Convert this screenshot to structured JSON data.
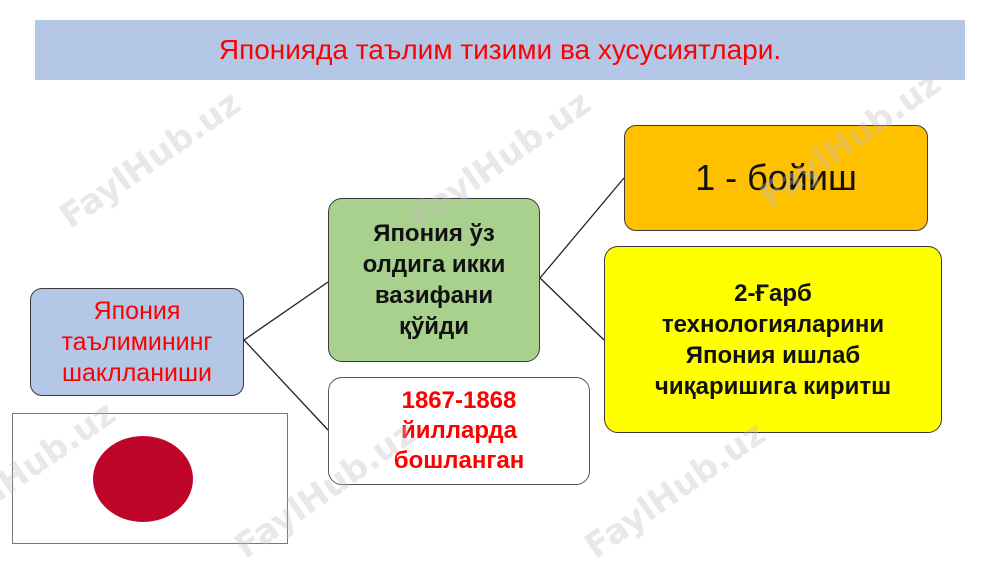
{
  "title": "Японияда таълим тизими ва хусусиятлари.",
  "nodes": {
    "root": [
      "Япония",
      "таълимининг",
      "шаклланиши"
    ],
    "middle": [
      "Япония ўз",
      "олдига икки",
      "вазифани",
      "қўйди"
    ],
    "dates": [
      "1867-1868",
      "йилларда",
      "бошланган"
    ],
    "first_task": "1 - бойиш",
    "second_task": [
      "2-Ғарб",
      "технологияларини",
      "Япония ишлаб",
      "чиқаришига киритш"
    ]
  },
  "watermark": "FaylHub.uz",
  "colors": {
    "title_bg": "#b4c7e7",
    "title_text": "#ff0000",
    "root_bg": "#b4c7e7",
    "middle_bg": "#a9d18e",
    "first_bg": "#ffc000",
    "second_bg": "#ffff00",
    "flag_disc": "#c0052a"
  },
  "icons": {
    "flag": "japan-flag"
  }
}
